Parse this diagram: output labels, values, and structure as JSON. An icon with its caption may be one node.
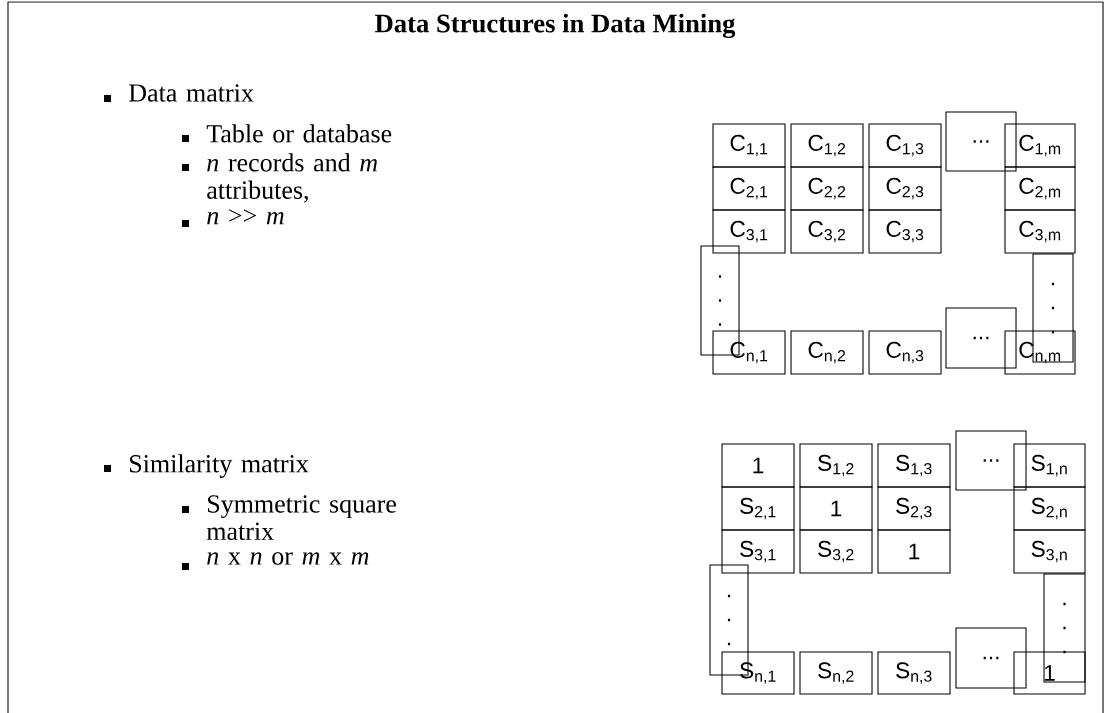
{
  "diagram": {
    "title": "Data Structures in Data Mining",
    "nodes": [
      {
        "text": [
          "C$_{1,1}$"
        ]
      },
      {
        "text": [
          "C$_{1,2}$"
        ]
      },
      {
        "text": [
          "C$_{1,3}$"
        ]
      },
      {
        "text": [
          "..."
        ]
      },
      {
        "text": [
          "C$_{1,m}$"
        ]
      },
      {
        "text": [
          "C$_{2,1}$"
        ]
      },
      {
        "text": [
          "C$_{2,2}$"
        ]
      },
      {
        "text": [
          "C$_{2,3}$"
        ]
      },
      {
        "text": [
          "C$_{2,m}$"
        ]
      },
      {
        "text": [
          "C$_{3,1}$"
        ]
      },
      {
        "text": [
          "C$_{3,2}$"
        ]
      },
      {
        "text": [
          "C$_{3,3}$"
        ]
      },
      {
        "text": [
          "C$_{3,m}$"
        ]
      },
      {
        "text": [
          ". . ."
        ]
      },
      {
        "text": [
          ". . ."
        ]
      },
      {
        "text": [
          "C$_{n,1}$"
        ]
      },
      {
        "text": [
          "C$_{n,2}$"
        ]
      },
      {
        "text": [
          "C$_{n,3}$"
        ]
      },
      {
        "text": [
          "..."
        ]
      },
      {
        "text": [
          "C$_{n,m}$"
        ]
      },
      {
        "text": [
          "1"
        ]
      },
      {
        "text": [
          "S$_{1,2}$"
        ]
      },
      {
        "text": [
          "S$_{1,3}$"
        ]
      },
      {
        "text": [
          "..."
        ]
      },
      {
        "text": [
          "S$_{1,n}$"
        ]
      },
      {
        "text": [
          "S$_{2,1}$"
        ]
      },
      {
        "text": [
          "1"
        ]
      },
      {
        "text": [
          "S$_{2,3}$"
        ]
      },
      {
        "text": [
          "S$_{2,n}$"
        ]
      },
      {
        "text": [
          "S$_{3,1}$"
        ]
      },
      {
        "text": [
          "S$_{3,2}$"
        ]
      },
      {
        "text": [
          "1"
        ]
      },
      {
        "text": [
          "S$_{3,n}$"
        ]
      },
      {
        "text": [
          ". . ."
        ]
      },
      {
        "text": [
          ". . ."
        ]
      },
      {
        "text": [
          "S$_{n,1}$"
        ]
      },
      {
        "text": [
          "S$_{n,2}$"
        ]
      },
      {
        "text": [
          "S$_{n,3}$"
        ]
      },
      {
        "text": [
          "..."
        ]
      },
      {
        "text": [
          "1"
        ]
      }
    ],
    "labels": [
      "Data matrix",
      "Table or database",
      "*n* records and *m* attributes,",
      "*n* >> *m*",
      "Similarity matrix",
      "Symmetric square matrix",
      "*n* x *n* or *m* x *m*"
    ]
  }
}
